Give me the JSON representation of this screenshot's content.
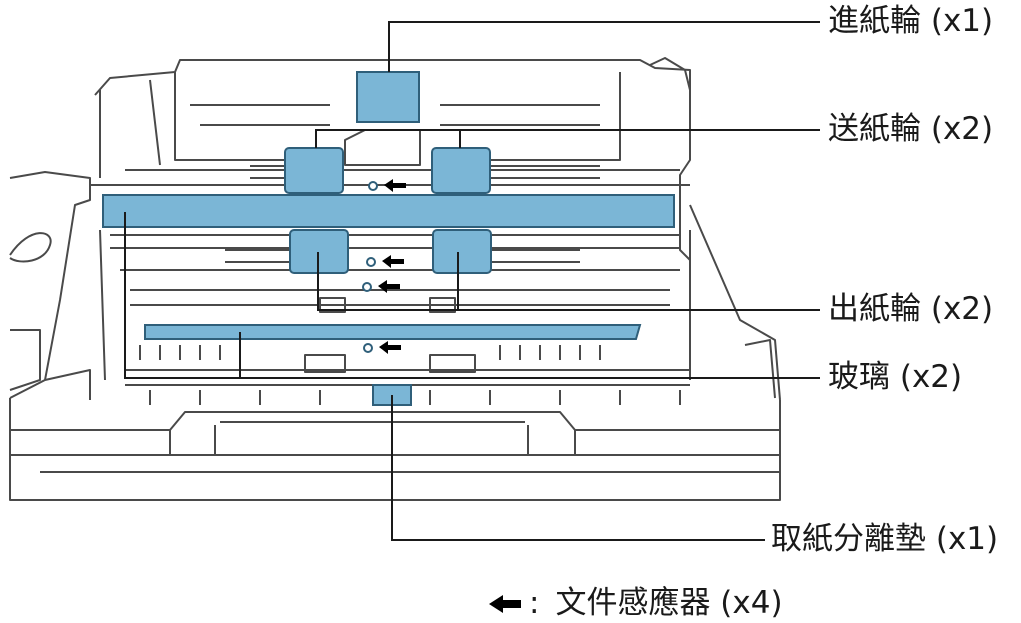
{
  "colors": {
    "highlight": "#7BB6D6",
    "highlight_stroke": "#2f5f7a",
    "outline": "#4a4a4a",
    "leader": "#1a1a1a",
    "sensor_arrow": "#000000"
  },
  "callouts": {
    "pick_roller": "進紙輪 (x1)",
    "feed_rollers": "送紙輪 (x2)",
    "eject_rollers": "出紙輪 (x2)",
    "glass": "玻璃 (x2)",
    "separator_pad": "取紙分離墊 (x1)"
  },
  "legend": {
    "icon": "left-arrow-icon",
    "colon": ":",
    "label": "文件感應器 (x4)"
  }
}
